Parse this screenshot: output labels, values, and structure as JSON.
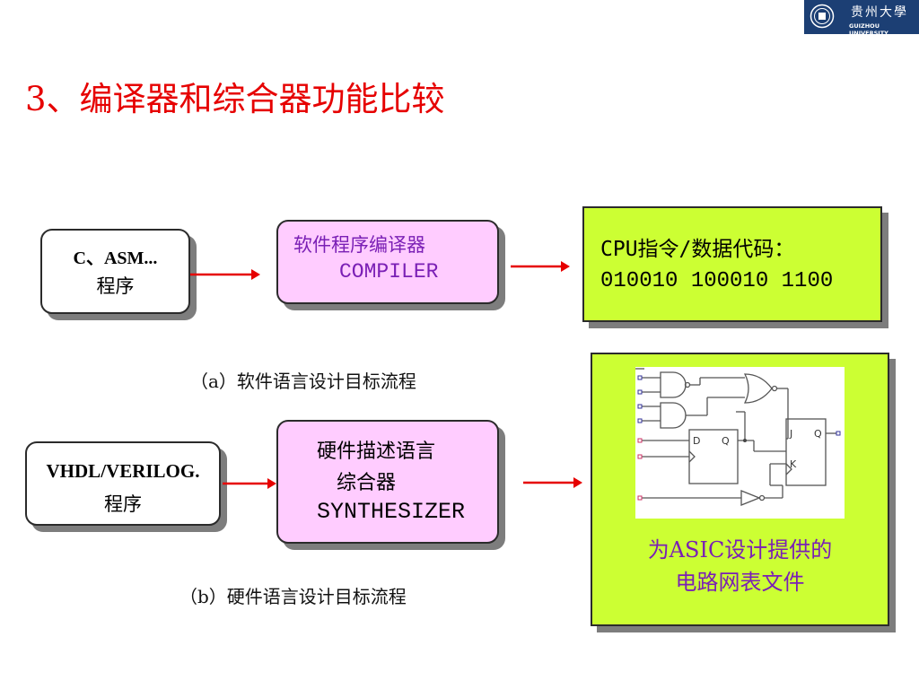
{
  "logo": {
    "cn_text": "贵州大學",
    "en_text": "GUIZHOU UNIVERSITY",
    "brand_color": "#1c3f74"
  },
  "title": "3、编译器和综合器功能比较",
  "colors": {
    "title": "#e60000",
    "arrow": "#e60000",
    "pink_box": "#ffccff",
    "green_box": "#ccff33",
    "shadow": "#7d7d7d"
  },
  "row_a": {
    "source_line1": "C、ASM...",
    "source_line2": "程序",
    "tool_line1": "软件程序编译器",
    "tool_line2": "COMPILER",
    "output_line1": "CPU指令/数据代码：",
    "output_line2": "010010 100010 1100",
    "caption": "（a）软件语言设计目标流程"
  },
  "row_b": {
    "source_line1": "VHDL/VERILOG.",
    "source_line2": "程序",
    "tool_line1": "硬件描述语言",
    "tool_line2": "综合器",
    "tool_line3": "SYNTHESIZER",
    "output_line1": "为ASIC设计提供的",
    "output_line2": "电路网表文件",
    "caption": "（b）硬件语言设计目标流程"
  },
  "circuit": {
    "ff1_d": "D",
    "ff1_q": "Q",
    "ff2_j": "J",
    "ff2_q": "Q",
    "ff2_k": "K"
  }
}
